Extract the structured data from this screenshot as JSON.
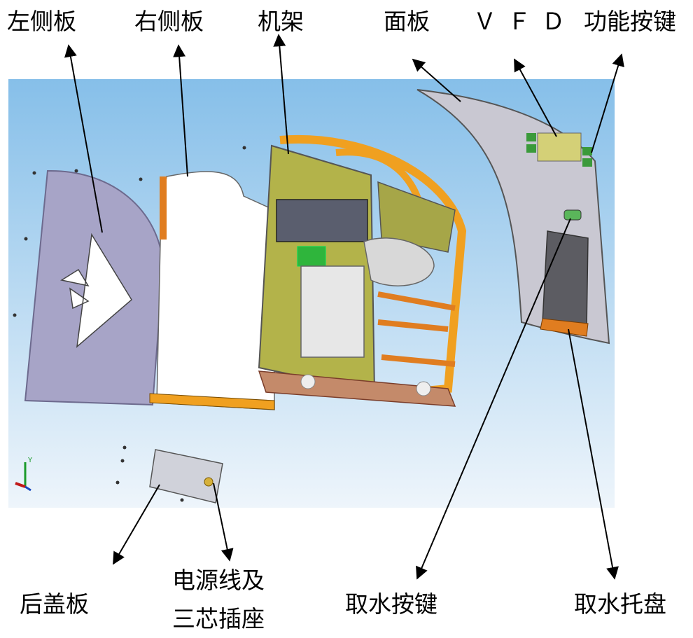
{
  "labels": {
    "left_panel": "左侧板",
    "right_panel": "右侧板",
    "frame": "机架",
    "face_panel": "面板",
    "vfd": "ＶＦＤ",
    "function_keys": "功能按键",
    "back_cover": "后盖板",
    "power_cord_line1": "电源线及",
    "power_cord_line2": "三芯插座",
    "water_button": "取水按键",
    "water_tray": "取水托盘"
  },
  "axis_triad": {
    "y_label": "Y"
  },
  "colors": {
    "sky_top": "#8ec3ea",
    "sky_bottom": "#eaf3fb",
    "panel_purple": "#a9a6c8",
    "frame_orange": "#f0a020",
    "board_olive": "#a8a850",
    "arrow": "#000000"
  }
}
